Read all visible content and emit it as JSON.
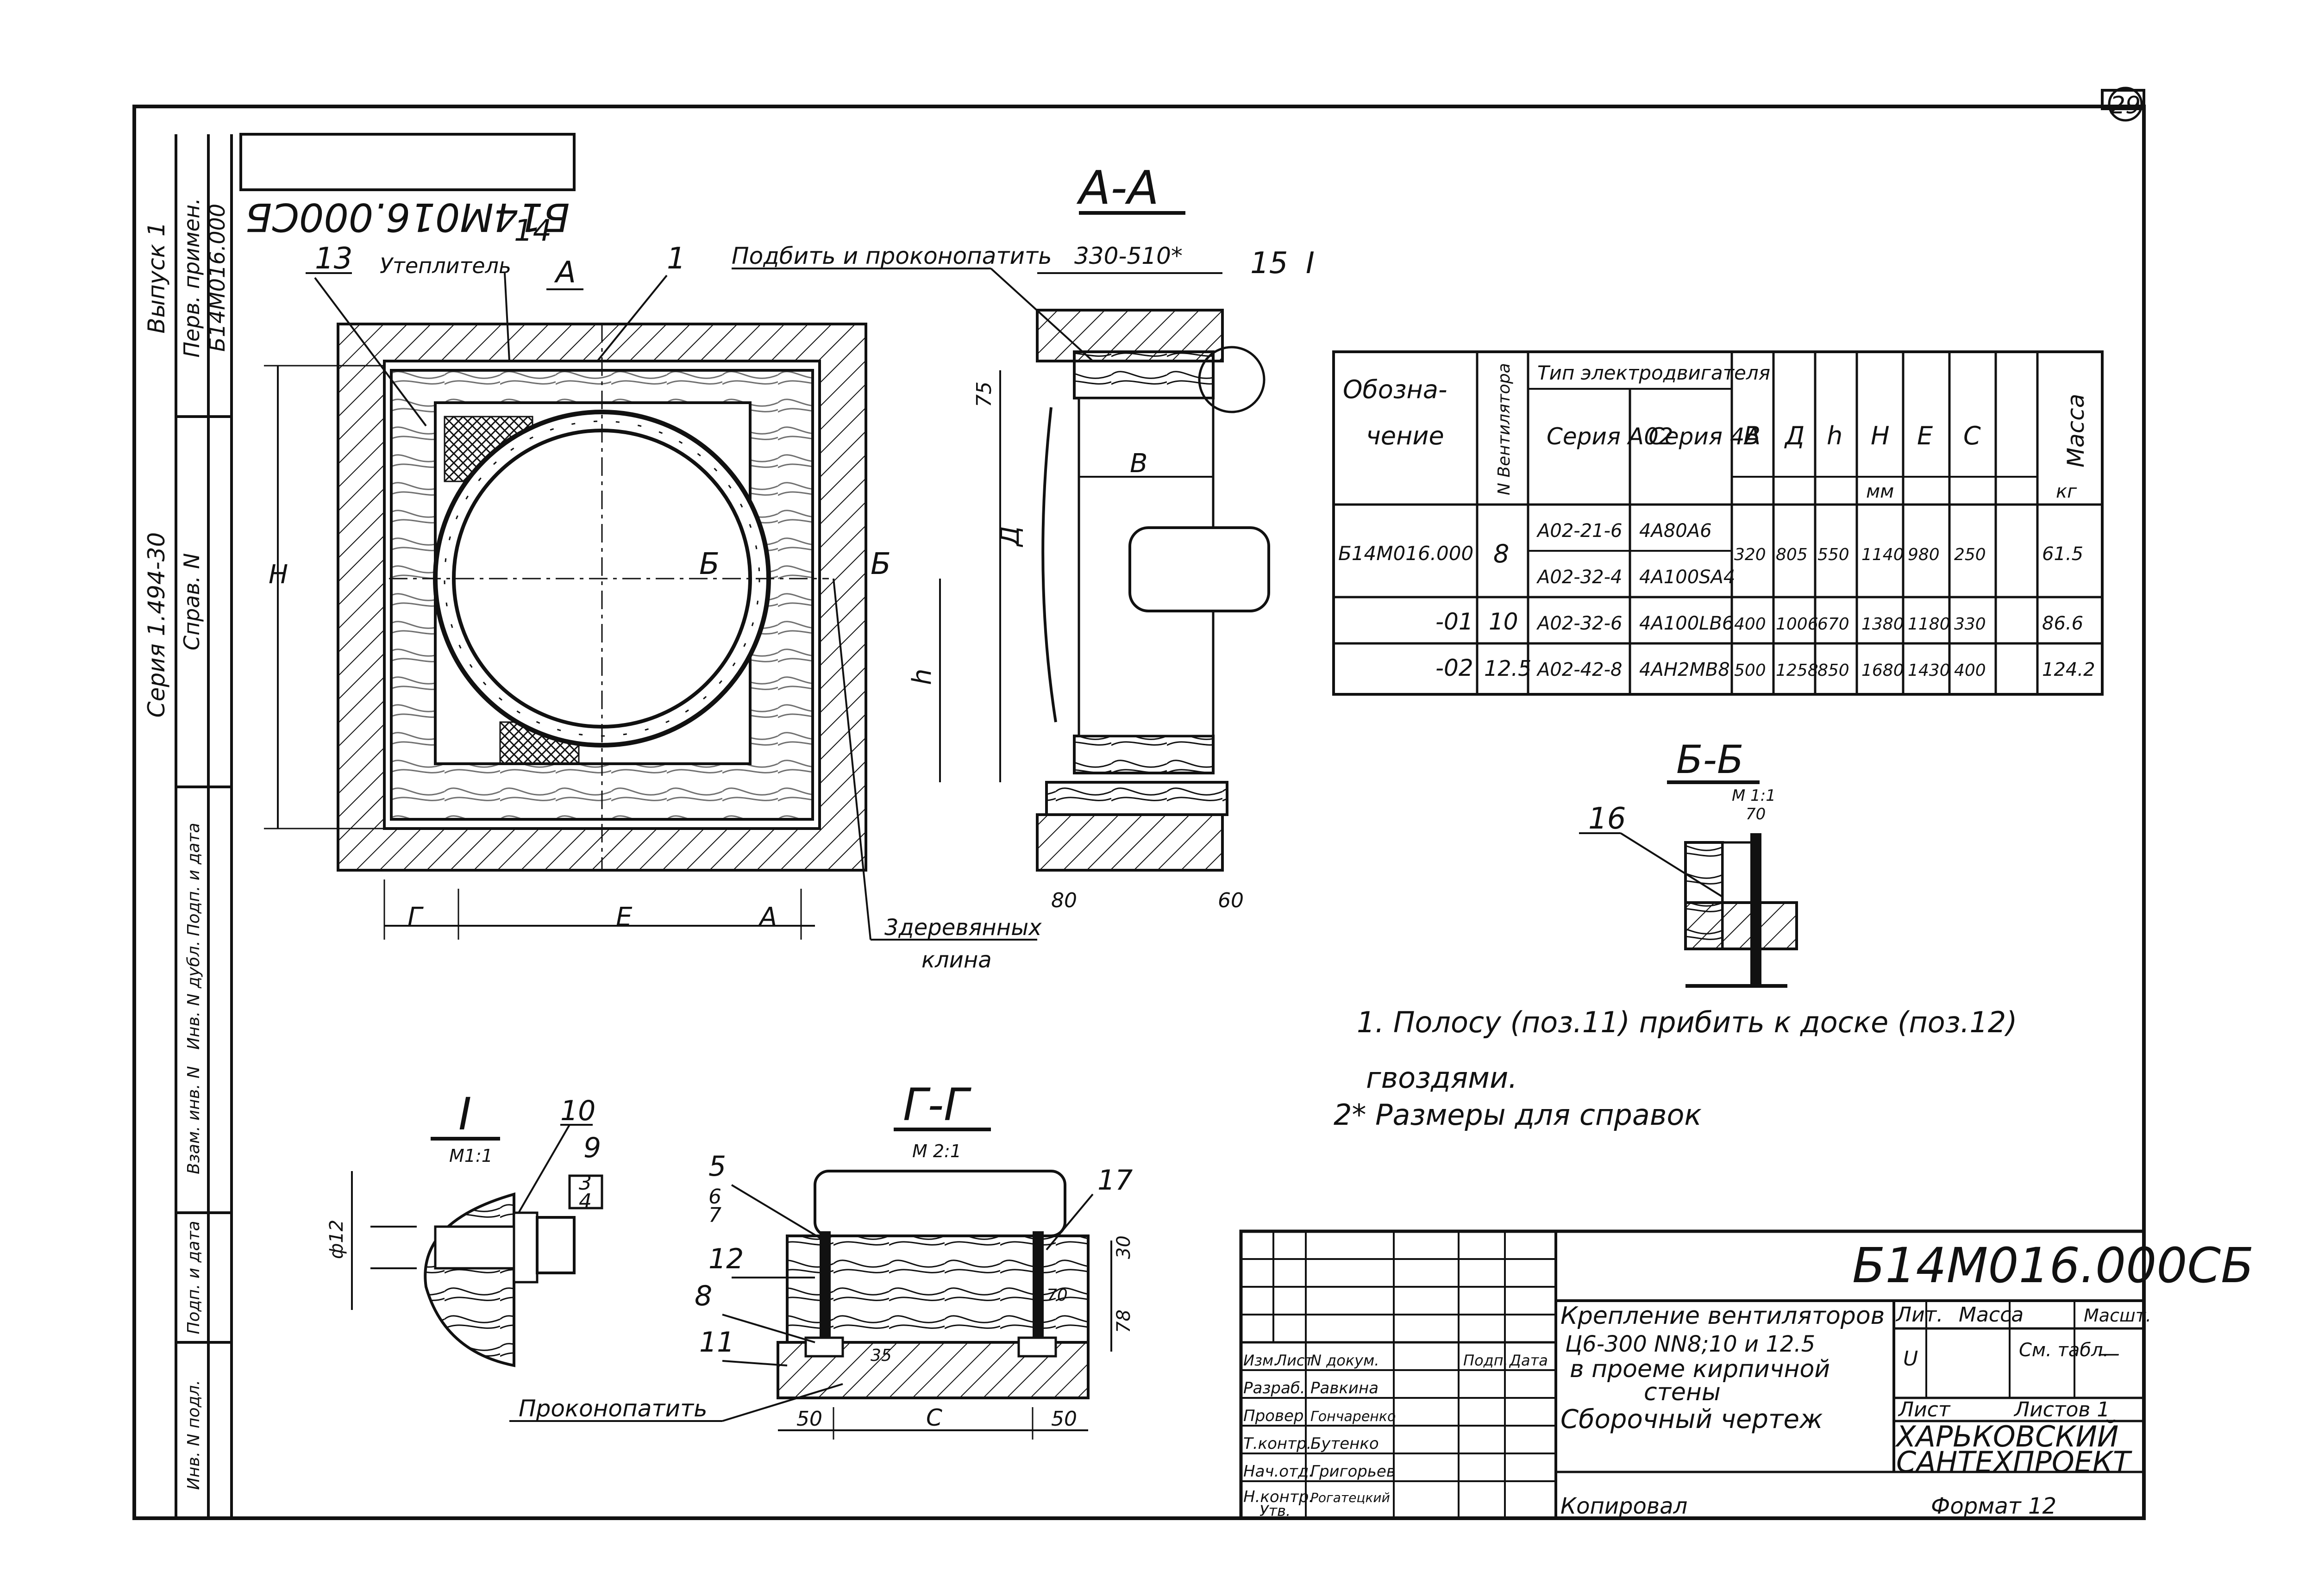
{
  "sheet": {
    "page_number": "29",
    "mirrored_stamp": "Б14М016.000СБ"
  },
  "left_strip": {
    "release": "Выпуск 1",
    "first_use_label": "Перв. примен.",
    "first_use_value": "Б14М016.000",
    "series": "Серия 1.494-30",
    "ref_label": "Справ. N",
    "signature_cells": [
      "Инв. N подл.",
      "Подп. и дата",
      "Взам. инв. N",
      "Инв. N дубл.",
      "Подп. и дата"
    ]
  },
  "main_view": {
    "labels": {
      "item13": "13",
      "insulation": "Утеплитель",
      "item14": "14",
      "cut_A_top": "А",
      "item1": "1",
      "cut_B_left": "Б",
      "cut_B_right": "Б",
      "dim_H": "Н",
      "dim_G": "Г",
      "dim_E": "Е",
      "dim_A": "А",
      "wood_wedges_1": "3деревянных",
      "wood_wedges_2": "клина"
    }
  },
  "section_AA": {
    "title": "А-А",
    "caulk_note": "Подбить и проконопатить",
    "dim_width": "330-510*",
    "item15": "15",
    "callout_I": "I",
    "dim_75": "75",
    "dim_V": "В",
    "dim_D": "Д",
    "dim_h": "h",
    "dim_80": "80",
    "dim_60": "60"
  },
  "table": {
    "header": {
      "designation": "Обозна-\nчение",
      "fan_no": "N Вентилятора",
      "motor_type": "Тип электродвигателя",
      "series_a02": "Серия А02",
      "series_4a": "Серия 4А",
      "cols": [
        "В",
        "Д",
        "h",
        "Н",
        "Е",
        "С"
      ],
      "mass": "Масса",
      "unit_mm": "мм",
      "unit_kg": "кг"
    },
    "rows": [
      {
        "designation": "Б14М016.000",
        "fan": "8",
        "a02": "А02-21-6",
        "s4a": "4А80А6",
        "B": "320",
        "D": "805",
        "h": "550",
        "H": "1140",
        "E": "980",
        "C": "250",
        "mass": "61.5"
      },
      {
        "designation": "",
        "fan": "",
        "a02": "А02-32-4",
        "s4a": "4А100SА4",
        "B": "",
        "D": "",
        "h": "",
        "H": "",
        "E": "",
        "C": "",
        "mass": ""
      },
      {
        "designation": "-01",
        "fan": "10",
        "a02": "А02-32-6",
        "s4a": "4А100LВ6",
        "B": "400",
        "D": "1006",
        "h": "670",
        "H": "1380",
        "E": "1180",
        "C": "330",
        "mass": "86.6"
      },
      {
        "designation": "-02",
        "fan": "12.5",
        "a02": "А02-42-8",
        "s4a": "4АН2МВ8",
        "B": "500",
        "D": "1258",
        "h": "850",
        "H": "1680",
        "E": "1430",
        "C": "400",
        "mass": "124.2"
      }
    ]
  },
  "section_BB": {
    "title": "Б-Б",
    "scale": "М 1:1",
    "dim_70": "70",
    "item16": "16"
  },
  "notes": {
    "line1": "1. Полосу (поз.11) прибить к доске (поз.12)",
    "line1b": "гвоздями.",
    "line2": "2* Размеры для справок"
  },
  "detail_I": {
    "title": "I",
    "scale": "М1:1",
    "item10": "10",
    "item9": "9",
    "item3": "3",
    "item4": "4",
    "dim_phi12": "ф12"
  },
  "section_GG": {
    "title": "Г-Г",
    "scale": "М 2:1",
    "item5": "5",
    "item6": "6",
    "item7": "7",
    "item12": "12",
    "item8": "8",
    "item11": "11",
    "item17": "17",
    "dim_30": "30",
    "dim_70a": "70",
    "dim_78": "78",
    "dim_35": "35",
    "dim_50_left": "50",
    "dim_C": "С",
    "dim_50_right": "50",
    "caulk": "Проконопатить"
  },
  "title_block": {
    "code": "Б14М016.000СБ",
    "title_line1": "Крепление вентиляторов",
    "title_line2": "Ц6-300 NN8;10 и 12.5",
    "title_line3": "в проеме кирпичной",
    "title_line4": "стены",
    "title_line5": "Сборочный чертеж",
    "lit_label": "Лит.",
    "mass_label": "Масса",
    "scale_label": "Масшт.",
    "lit_value": "U",
    "mass_value": "См. табл.",
    "scale_value": "—",
    "sheet_label": "Лист",
    "sheets_label": "Листов 1",
    "org_line1": "ХАРЬКОВСКИЙ",
    "org_line2": "САНТЕХПРОЕКТ",
    "head_cols": [
      "Изм.",
      "Лист",
      "N докум.",
      "Подп.",
      "Дата"
    ],
    "roles": [
      {
        "role": "Разраб.",
        "name": "Равкина"
      },
      {
        "role": "Провер.",
        "name": "Гончаренко"
      },
      {
        "role": "Т.контр.",
        "name": "Бутенко"
      },
      {
        "role": "Нач.отд.",
        "name": "Григорьев"
      },
      {
        "role": "Н.контр.",
        "name": "Рогатецкий"
      },
      {
        "role": "Утв.",
        "name": ""
      }
    ],
    "copied": "Копировал",
    "format": "Формат 12"
  }
}
